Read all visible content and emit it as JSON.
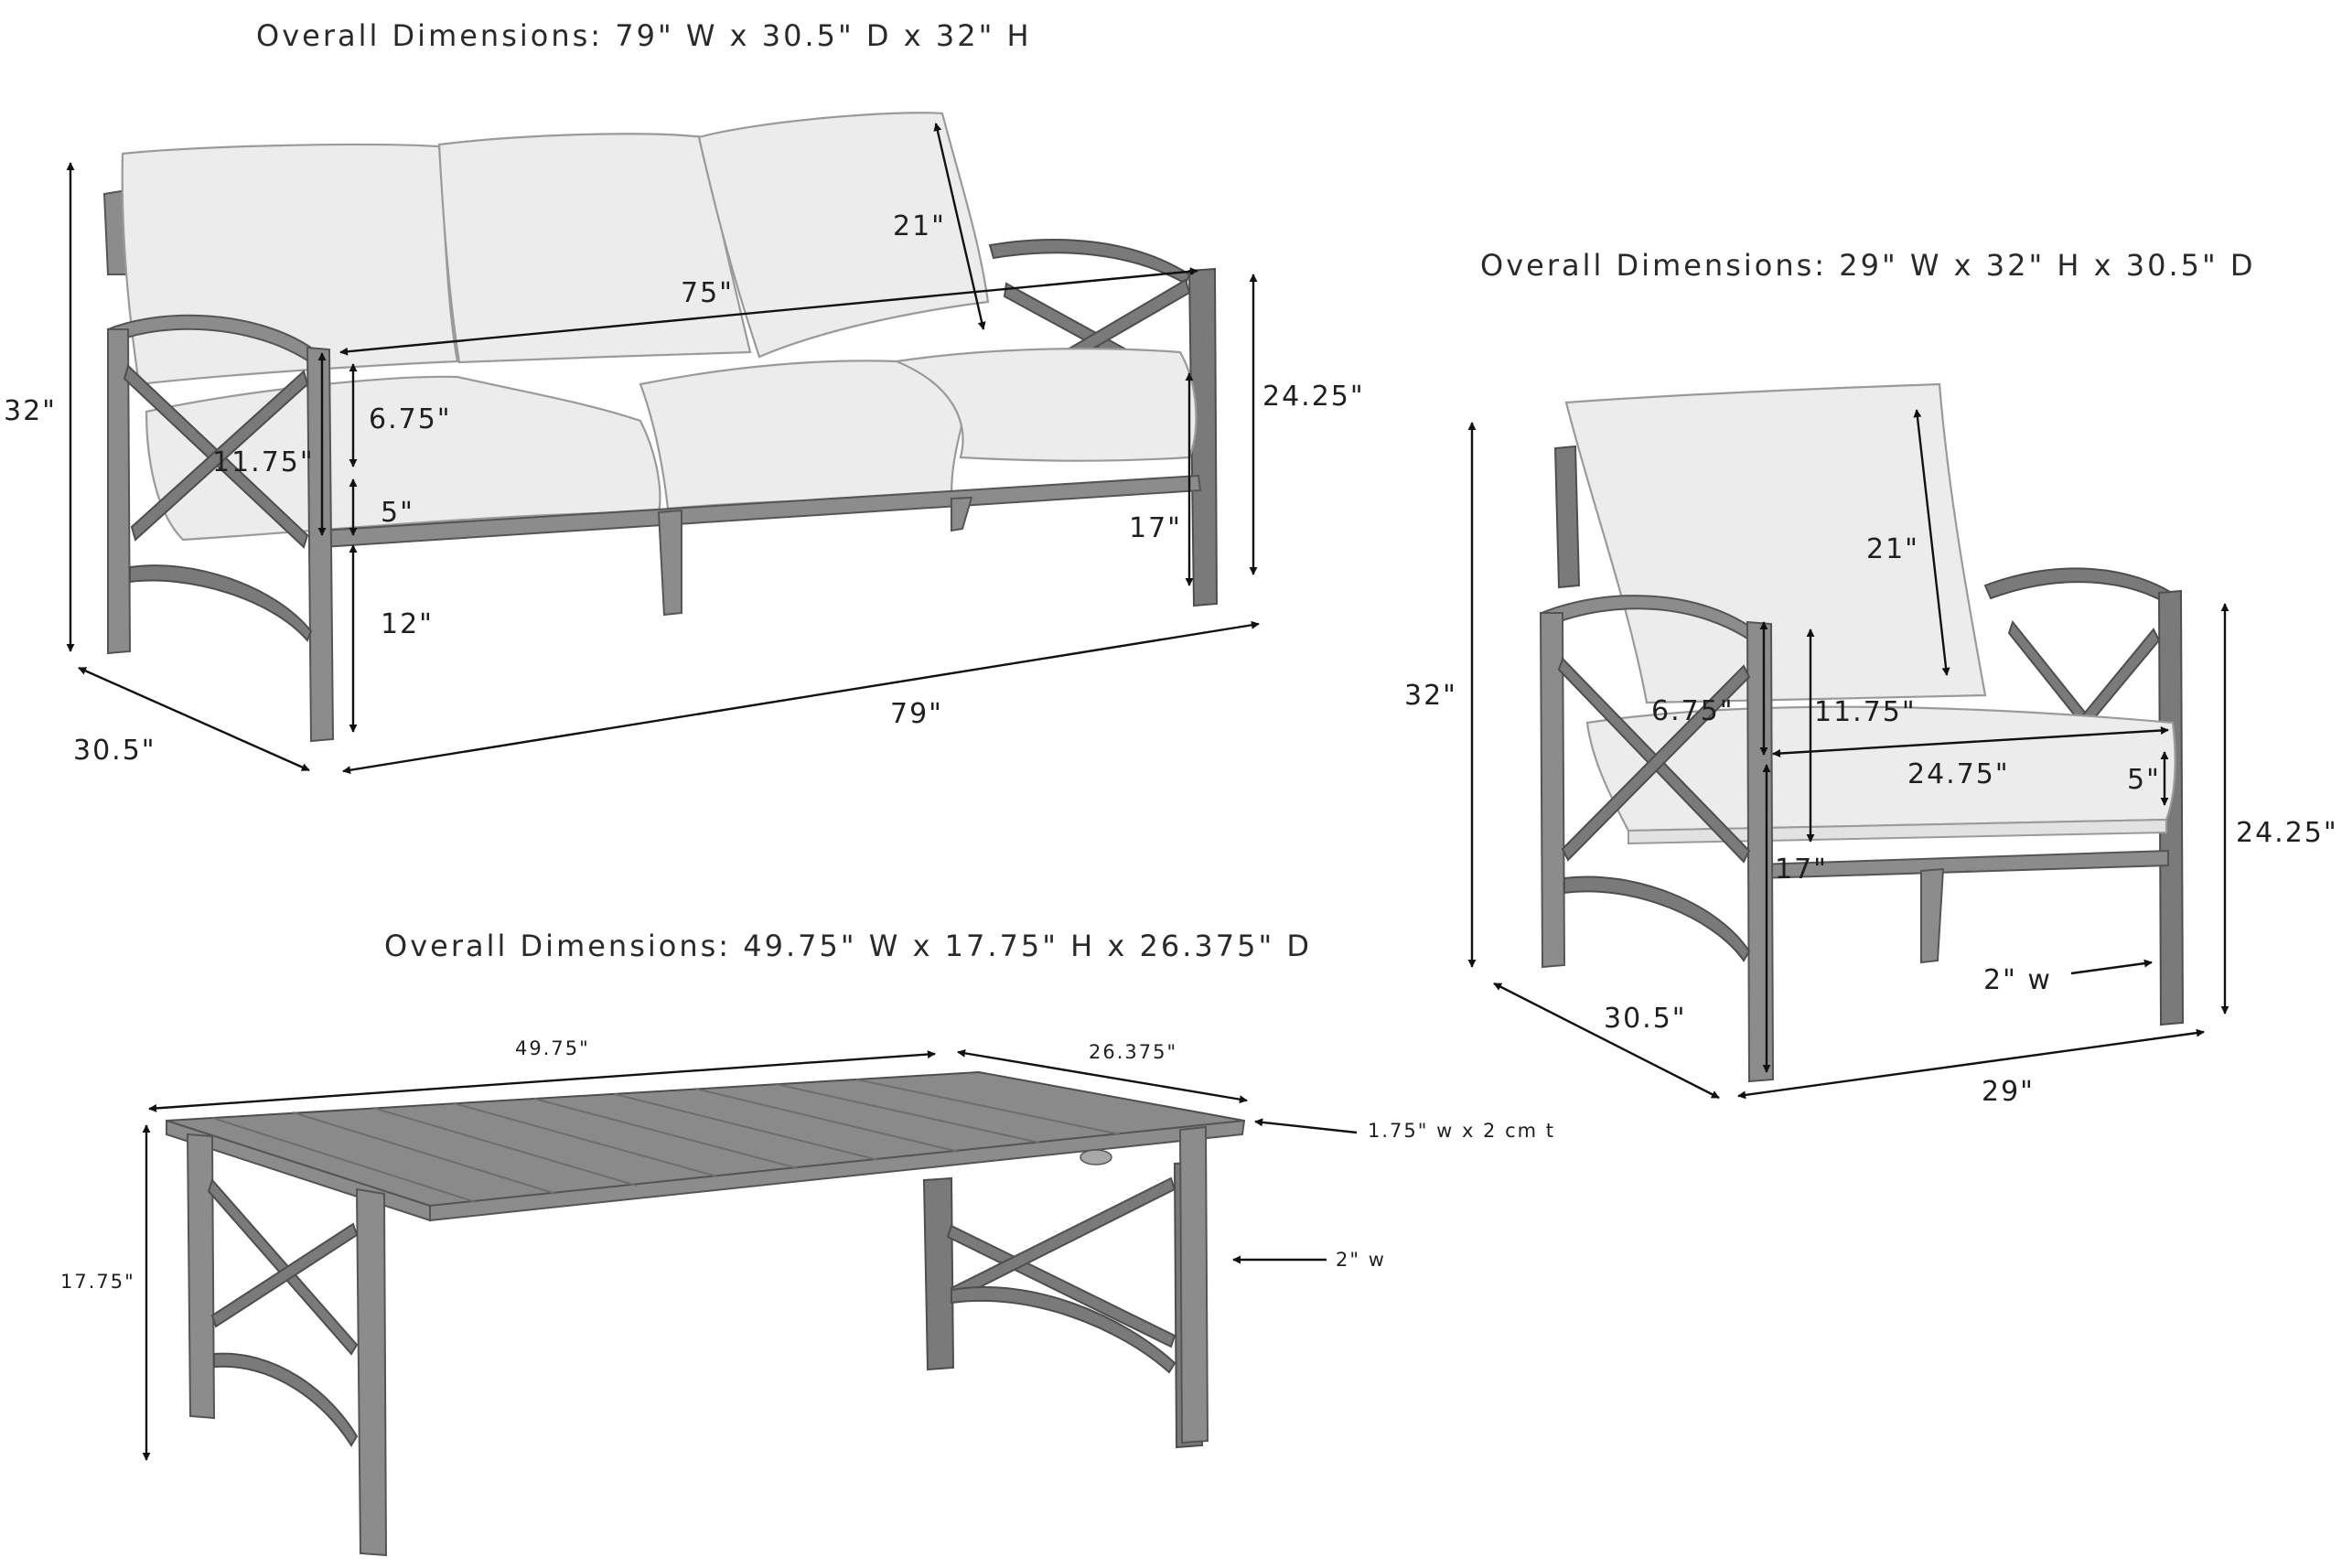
{
  "sofa": {
    "title": "Overall Dimensions: 79\" W x 30.5\" D x 32\" H",
    "dims": {
      "height": "32\"",
      "back_cushion": "21\"",
      "seat_width": "75\"",
      "arm_height": "24.25\"",
      "back_to_seat": "6.75\"",
      "arm_inner": "11.75\"",
      "seat_cushion": "5\"",
      "seat_height": "17\"",
      "clearance": "12\"",
      "depth": "30.5\"",
      "width": "79\""
    }
  },
  "chair": {
    "title": "Overall Dimensions: 29\" W x 32\" H x 30.5\" D",
    "dims": {
      "height": "32\"",
      "back_cushion": "21\"",
      "back_to_seat": "6.75\"",
      "arm_inner": "11.75\"",
      "seat_width": "24.75\"",
      "seat_cushion": "5\"",
      "seat_height": "17\"",
      "arm_height": "24.25\"",
      "leg_width": "2\" w",
      "depth": "30.5\"",
      "width": "29\""
    }
  },
  "table": {
    "title": "Overall Dimensions: 49.75\" W x 17.75\" H x 26.375\" D",
    "dims": {
      "width": "49.75\"",
      "depth": "26.375\"",
      "top_thickness": "1.75\" w x 2 cm t",
      "leg_width": "2\" w",
      "height": "17.75\""
    }
  }
}
